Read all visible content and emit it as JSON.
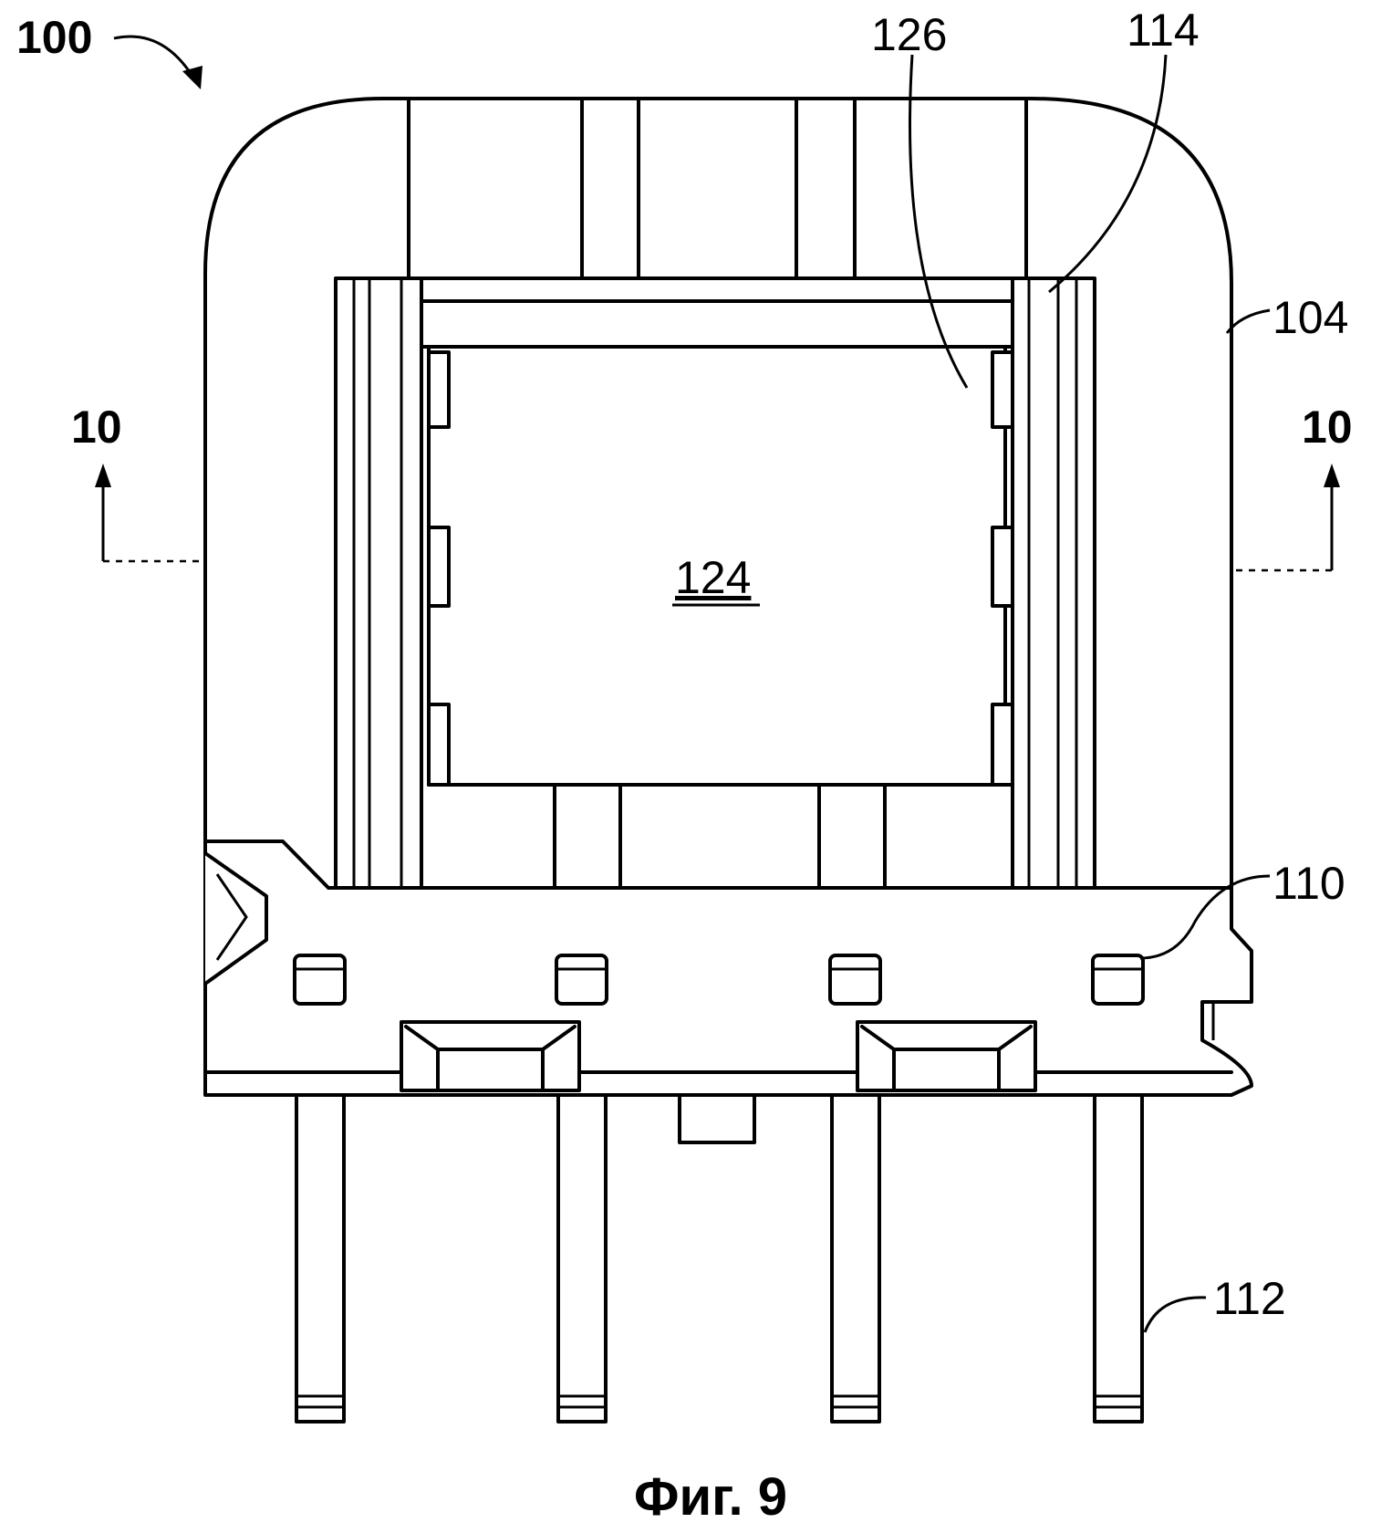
{
  "figure": {
    "caption": "Фиг. 9",
    "labels": {
      "assembly": "100",
      "core": "104",
      "base": "110",
      "pin": "112",
      "bobbin": "114",
      "window": "124",
      "rib": "126",
      "section_left": "10",
      "section_right": "10"
    }
  }
}
